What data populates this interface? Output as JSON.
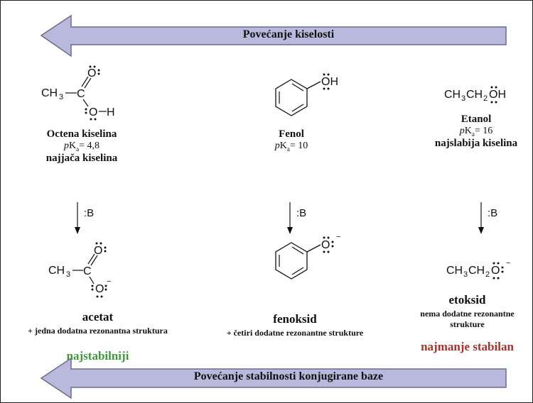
{
  "arrows": {
    "top": "Povećanje kiselosti",
    "bottom": "Povećanje stabilnosti konjugirane baze"
  },
  "acids": [
    {
      "name": "Octena kiselina",
      "pka_p": "p",
      "pka_K": "K",
      "pka_a": "a",
      "pka_value": "= 4,8",
      "rank": "najjača kiselina"
    },
    {
      "name": "Fenol",
      "pka_p": "p",
      "pka_K": "K",
      "pka_a": "a",
      "pka_value": "= 10",
      "rank": ""
    },
    {
      "name": "Etanol",
      "pka_p": "p",
      "pka_K": "K",
      "pka_a": "a",
      "pka_value": "= 16",
      "rank": "najslabija kiselina"
    }
  ],
  "base_reagent": ":B",
  "bases": [
    {
      "name": "acetat",
      "note": "+ jedna dodatna rezonantna struktura",
      "stability": "najstabilniji"
    },
    {
      "name": "fenoksid",
      "note": "+ četiri dodatne rezonantne strukture",
      "stability": ""
    },
    {
      "name": "etoksid",
      "note_line1": "nema dodatne rezonantne",
      "note_line2": "strukture",
      "stability": "najmanje stabilan"
    }
  ],
  "formulas": {
    "ch3": "CH",
    "three": "3",
    "c": "C",
    "o": "O",
    "h": "H",
    "oh": "OH",
    "ethyl_ch3": "CH",
    "ethyl_ch2": "CH",
    "two": "2",
    "minus": "−"
  },
  "colors": {
    "arrow_fill": "#b9b9dd",
    "arrow_stroke": "#6a6a8f",
    "green": "#3c9a3c",
    "red": "#a8322b"
  }
}
